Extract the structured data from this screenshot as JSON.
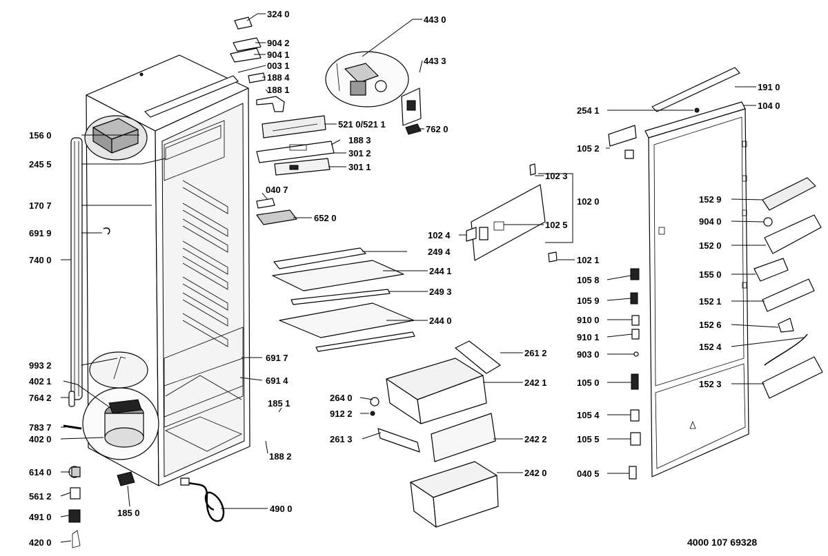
{
  "footer": {
    "code": "4000 107 69328"
  },
  "labels": [
    {
      "id": "324_0",
      "text": "324 0"
    },
    {
      "id": "904_2",
      "text": "904 2"
    },
    {
      "id": "904_1",
      "text": "904 1"
    },
    {
      "id": "003_1",
      "text": "003 1"
    },
    {
      "id": "188_4",
      "text": "188 4"
    },
    {
      "id": "188_1",
      "text": "188 1"
    },
    {
      "id": "521_0",
      "text": "521 0/521 1"
    },
    {
      "id": "188_3",
      "text": "188 3"
    },
    {
      "id": "301_2",
      "text": "301 2"
    },
    {
      "id": "301_1",
      "text": "301 1"
    },
    {
      "id": "040_7",
      "text": "040 7"
    },
    {
      "id": "652_0",
      "text": "652 0"
    },
    {
      "id": "443_0",
      "text": "443 0"
    },
    {
      "id": "443_3",
      "text": "443 3"
    },
    {
      "id": "762_0",
      "text": "762 0"
    },
    {
      "id": "156_0",
      "text": "156 0"
    },
    {
      "id": "245_5",
      "text": "245 5"
    },
    {
      "id": "170_7",
      "text": "170 7"
    },
    {
      "id": "691_9",
      "text": "691 9"
    },
    {
      "id": "740_0",
      "text": "740 0"
    },
    {
      "id": "993_2",
      "text": "993 2"
    },
    {
      "id": "402_1",
      "text": "402 1"
    },
    {
      "id": "764_2",
      "text": "764 2"
    },
    {
      "id": "783_7",
      "text": "783 7"
    },
    {
      "id": "402_0",
      "text": "402 0"
    },
    {
      "id": "614_0",
      "text": "614 0"
    },
    {
      "id": "561_2",
      "text": "561 2"
    },
    {
      "id": "491_0",
      "text": "491 0"
    },
    {
      "id": "420_0",
      "text": "420 0"
    },
    {
      "id": "185_0",
      "text": "185 0"
    },
    {
      "id": "490_0",
      "text": "490 0"
    },
    {
      "id": "185_1",
      "text": "185 1"
    },
    {
      "id": "188_2",
      "text": "188 2"
    },
    {
      "id": "691_7",
      "text": "691 7"
    },
    {
      "id": "691_4",
      "text": "691 4"
    },
    {
      "id": "249_4",
      "text": "249 4"
    },
    {
      "id": "244_1",
      "text": "244 1"
    },
    {
      "id": "249_3",
      "text": "249 3"
    },
    {
      "id": "244_0",
      "text": "244 0"
    },
    {
      "id": "102_3",
      "text": "102 3"
    },
    {
      "id": "102_0",
      "text": "102 0"
    },
    {
      "id": "102_4",
      "text": "102 4"
    },
    {
      "id": "102_5",
      "text": "102 5"
    },
    {
      "id": "102_1",
      "text": "102 1"
    },
    {
      "id": "261_2",
      "text": "261 2"
    },
    {
      "id": "242_1",
      "text": "242 1"
    },
    {
      "id": "264_0",
      "text": "264 0"
    },
    {
      "id": "912_2",
      "text": "912 2"
    },
    {
      "id": "261_3",
      "text": "261 3"
    },
    {
      "id": "242_2",
      "text": "242 2"
    },
    {
      "id": "242_0",
      "text": "242 0"
    },
    {
      "id": "191_0",
      "text": "191 0"
    },
    {
      "id": "254_1",
      "text": "254 1"
    },
    {
      "id": "104_0",
      "text": "104 0"
    },
    {
      "id": "105_2",
      "text": "105 2"
    },
    {
      "id": "152_9",
      "text": "152 9"
    },
    {
      "id": "904_0",
      "text": "904 0"
    },
    {
      "id": "152_0",
      "text": "152 0"
    },
    {
      "id": "155_0",
      "text": "155 0"
    },
    {
      "id": "105_8",
      "text": "105 8"
    },
    {
      "id": "152_1",
      "text": "152 1"
    },
    {
      "id": "105_9",
      "text": "105 9"
    },
    {
      "id": "910_0",
      "text": "910 0"
    },
    {
      "id": "152_6",
      "text": "152 6"
    },
    {
      "id": "910_1",
      "text": "910 1"
    },
    {
      "id": "152_4",
      "text": "152 4"
    },
    {
      "id": "903_0",
      "text": "903 0"
    },
    {
      "id": "105_0",
      "text": "105 0"
    },
    {
      "id": "152_3",
      "text": "152 3"
    },
    {
      "id": "105_4",
      "text": "105 4"
    },
    {
      "id": "105_5",
      "text": "105 5"
    },
    {
      "id": "040_5",
      "text": "040 5"
    }
  ]
}
